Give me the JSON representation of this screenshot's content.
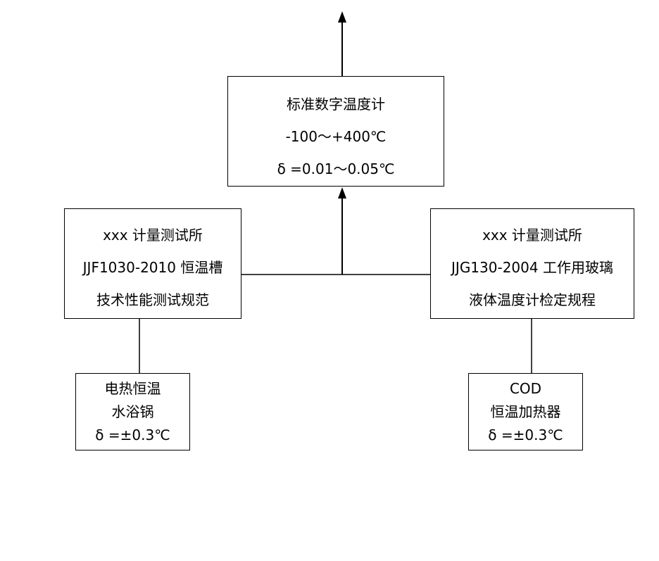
{
  "standard": {
    "title": "标准数字温度计",
    "range": "-100～+400℃",
    "accuracy": "δ =0.01～0.05℃"
  },
  "left_institute": {
    "name": "xxx 计量测试所",
    "code": "JJF1030-2010 恒温槽",
    "spec": "技术性能测试规范"
  },
  "right_institute": {
    "name": "xxx 计量测试所",
    "code": "JJG130-2004 工作用玻璃",
    "spec": "液体温度计检定规程"
  },
  "left_device": {
    "line1": "电热恒温",
    "line2": "水浴锅",
    "accuracy": "δ =±0.3℃"
  },
  "right_device": {
    "line1": "COD",
    "line2": "恒温加热器",
    "accuracy": "δ =±0.3℃"
  }
}
